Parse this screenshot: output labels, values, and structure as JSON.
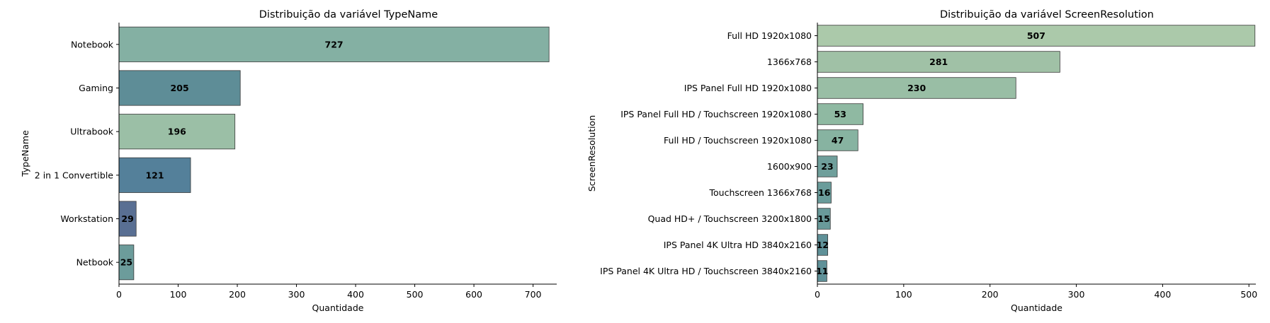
{
  "chart_data": [
    {
      "type": "bar",
      "orientation": "horizontal",
      "title": "Distribuição da variável TypeName",
      "xlabel": "Quantidade",
      "ylabel": "TypeName",
      "xlim": [
        0,
        740
      ],
      "xticks": [
        0,
        100,
        200,
        300,
        400,
        500,
        600,
        700
      ],
      "categories": [
        "Notebook",
        "Gaming",
        "Ultrabook",
        "2 in 1 Convertible",
        "Workstation",
        "Netbook"
      ],
      "values": [
        727,
        205,
        196,
        121,
        29,
        25
      ],
      "colors": [
        "#84b0a3",
        "#5e8d97",
        "#9bbfa6",
        "#54809a",
        "#596f93",
        "#6c9c9b"
      ],
      "grid": false,
      "legend": "none"
    },
    {
      "type": "bar",
      "orientation": "horizontal",
      "title": "Distribuição da variável ScreenResolution",
      "xlabel": "Quantidade",
      "ylabel": "ScreenResolution",
      "xlim": [
        0,
        508
      ],
      "xticks": [
        0,
        100,
        200,
        300,
        400,
        500
      ],
      "categories": [
        "Full HD 1920x1080",
        "1366x768",
        "IPS Panel Full HD 1920x1080",
        "IPS Panel Full HD / Touchscreen 1920x1080",
        "Full HD / Touchscreen 1920x1080",
        "1600x900",
        "Touchscreen 1366x768",
        "Quad HD+ / Touchscreen 3200x1800",
        "IPS Panel 4K Ultra HD 3840x2160",
        "IPS Panel 4K Ultra HD / Touchscreen 3840x2160"
      ],
      "values": [
        507,
        281,
        230,
        53,
        47,
        23,
        16,
        15,
        12,
        11
      ],
      "colors": [
        "#abc9aa",
        "#a0c1a6",
        "#99bea5",
        "#8fb9a2",
        "#87b3a1",
        "#6f9f9b",
        "#6a9c9b",
        "#699a9a",
        "#5f9198",
        "#5f9198"
      ],
      "grid": false,
      "legend": "none"
    }
  ]
}
